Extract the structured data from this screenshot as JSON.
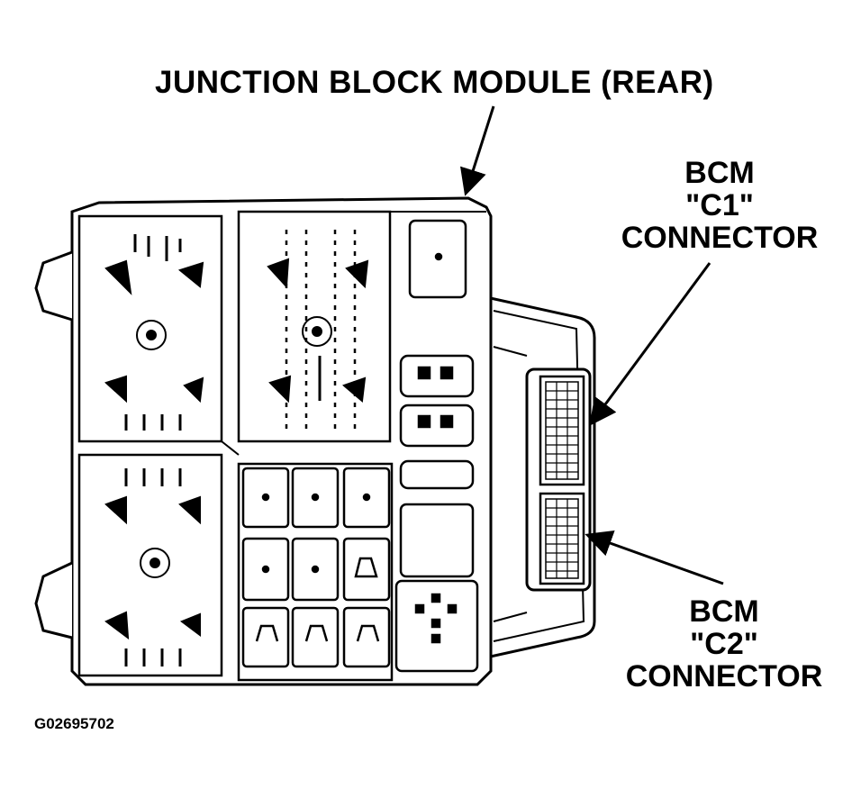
{
  "labels": {
    "title": "JUNCTION BLOCK MODULE (REAR)",
    "c1": {
      "line1": "BCM",
      "line2": "\"C1\"",
      "line3": "CONNECTOR"
    },
    "c2": {
      "line1": "BCM",
      "line2": "\"C2\"",
      "line3": "CONNECTOR"
    },
    "figure_id": "G02695702"
  },
  "colors": {
    "ink": "#000000",
    "paper": "#ffffff"
  }
}
